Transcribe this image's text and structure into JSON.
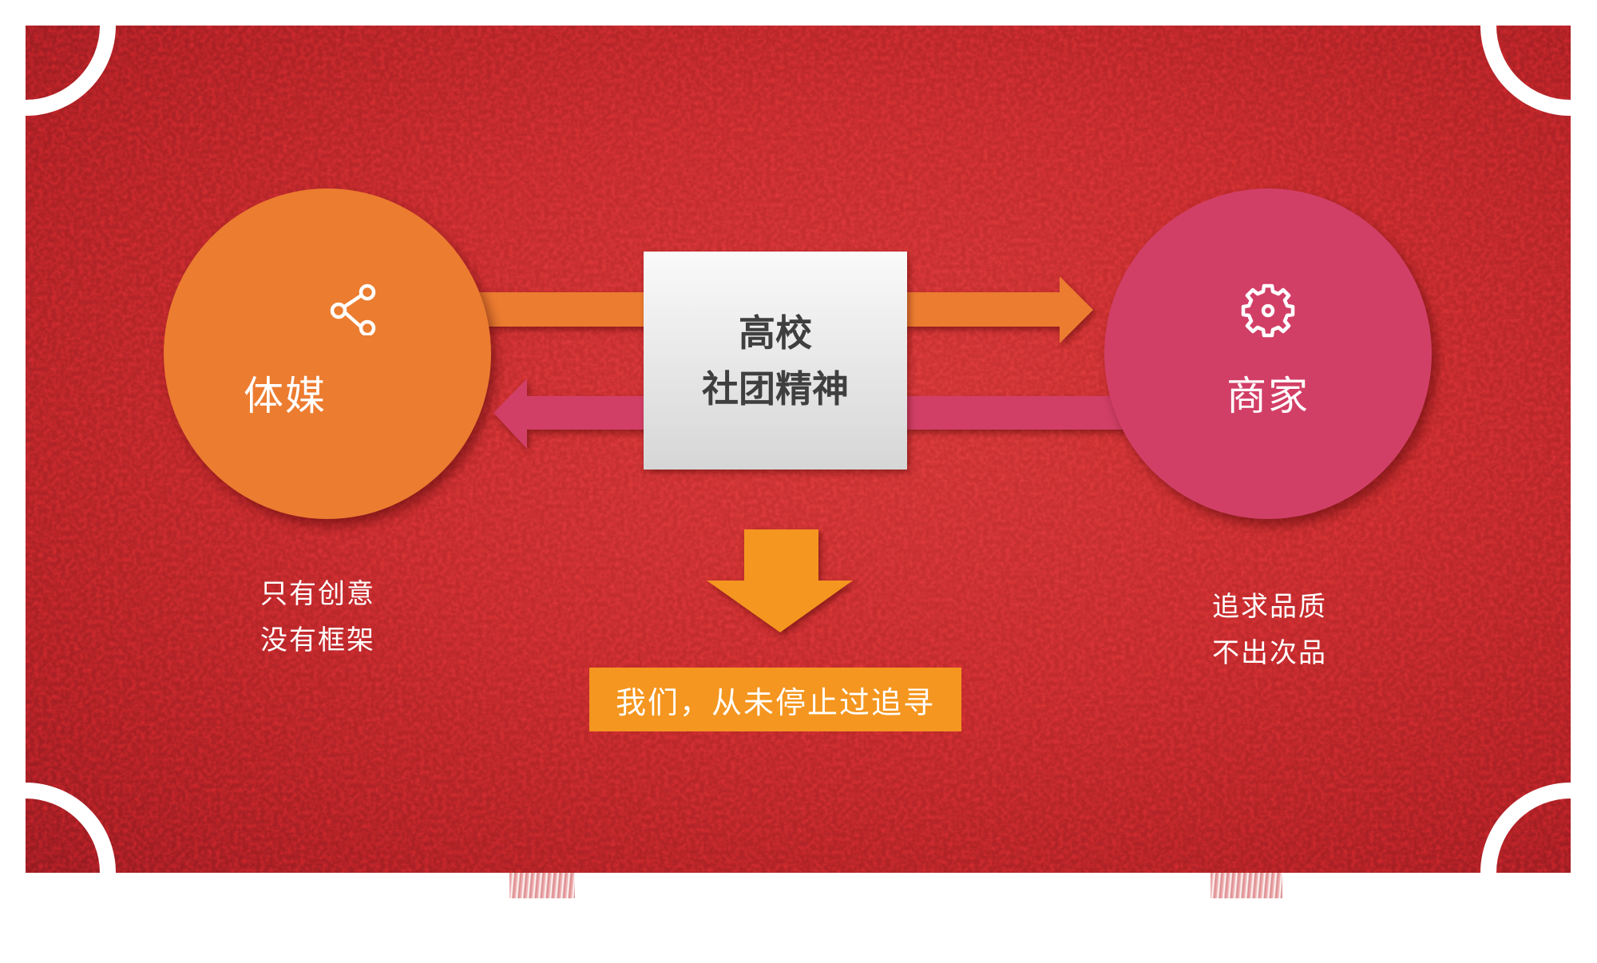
{
  "slide": {
    "background_color": "#C0282B",
    "center_box": {
      "line1": "高校",
      "line2": "社团精神",
      "text_color": "#3F3F3F"
    },
    "left_node": {
      "title": "体媒",
      "icon": "share-icon",
      "color": "#EC7C30",
      "caption_line1": "只有创意",
      "caption_line2": "没有框架"
    },
    "right_node": {
      "title": "商家",
      "icon": "gear-icon",
      "color": "#D23F66",
      "caption_line1": "追求品质",
      "caption_line2": "不出次品"
    },
    "arrows": {
      "to_right_color": "#EC7C30",
      "to_left_color": "#D23F66",
      "down_color": "#F4961F"
    },
    "banner": {
      "text": "我们，从未停止过追寻",
      "color": "#F4961F"
    }
  }
}
